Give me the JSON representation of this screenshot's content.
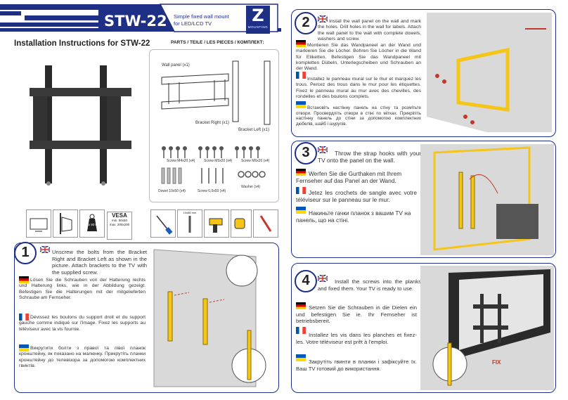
{
  "header": {
    "model": "STW-22",
    "description_line1": "Simple fixed wall mount",
    "description_line2": "for LED/LCD TV",
    "logo_letter": "Z",
    "logo_text": "MOUNTING"
  },
  "instructions_title": "Installation Instructions for STW-22",
  "parts": {
    "title": "PARTS / TEILE / LES PIECES / КОМПЛЕКТ:",
    "wall_panel": "Wall panel (x1)",
    "bracket_right": "Bracket Right (x1)",
    "bracket_left": "Bracket Left (x1)",
    "screws": [
      {
        "label": "Screw M4x20 (x4)"
      },
      {
        "label": "Screw M5x20 (x4)"
      },
      {
        "label": "Screw M6x20 (x4)"
      }
    ],
    "dowel": "Dowel 10x50 (x4)",
    "screw_wood": "Screw 6,0x50 (x4)",
    "washer": "Washer (x4)"
  },
  "icons": {
    "weight_label": "max 50 kg",
    "vesa_title": "VESA",
    "vesa_line1": "min. 50x50",
    "vesa_line2": "max. 200x200",
    "drill_size": "10x80 mm"
  },
  "step1": {
    "number": "1",
    "en": "Unscrew the bolts from the Bracket Right and Bracket Left as shown in the picture. Attach brackets to the TV with the supplied screw.",
    "de": "Lösen Sie die Schrauben von der Halterung rechts und Halterung links, wie in der Abbildung gezeigt. Befestigen Sie die Halterungen mit der mitgelieferten Schraube am Fernseher.",
    "fr": "Dévissez les boulons du support droit et du support gauche comme indiqué sur l'image. Fixez les supports au téléviseur avec la vis fournie.",
    "ua": "Викрутити болти з правої та лівої планок кронштейну, як показано на малюнку. Прикрутіть планки кронштейну до телевізора за допомогою комплектних гвинтів."
  },
  "step2": {
    "number": "2",
    "en": "Install the wall panel on the wall and mark the holes. Drill holes in the wall for labels. Attach the wall panel to the wall with complete dowels, washers and screw.",
    "de": "Montieren Sie das Wandpaneel an der Wand und markieren Sie die Löcher. Bohren Sie Löcher in die Wand für Etiketten. Befestigen Sie das Wandpaneel mit kompletten Dübeln, Unterlegscheiben und Schrauben an der Wand.",
    "fr": "Installez le panneau mural sur le mur et marquez les trous. Percez des trous dans le mur pour les étiquettes. Fixez le panneau mural au mur avec des chevilles, des rondelles et des boulons complets.",
    "ua": "Встановіть настінну панель на стіну та розмітьте отвори. Просвердліть отвори в стіні по мітках. Прикріпіть настінну панель до стіни за допомогою комплектних дюбелів, шайб і шурупів."
  },
  "step3": {
    "number": "3",
    "en": "Throw the strap hooks with your TV onto the panel on the wall.",
    "de": "Werfen Sie die Gurthaken mit Ihrem Fernseher auf das Panel an der Wand.",
    "fr": "Jetez les crochets de sangle avec votre téléviseur sur le panneau sur le mur.",
    "ua": "Накиньте гачки планок з вашим TV на панель, що на стіні."
  },
  "step4": {
    "number": "4",
    "en": "Install the screws into the planks and fixed them. Your TV is ready to use.",
    "de": "Setzen Sie die Schrauben in die Dielen ein und befestigen Sie ie. Ihr Fernseher ist betriebsbereit.",
    "fr": "Installez les vis dans les planches et fixez-les. Votre téléviseur est prêt à l'emploi.",
    "ua": "Закрутіть гвинти в планки і зафіксуйте їх. Ваш TV готовий до використання.",
    "fix_label": "FIX"
  },
  "colors": {
    "brand_blue": "#1e2f86",
    "bracket_yellow": "#f5c518",
    "wall_gray": "#d9d9d9",
    "arrow_red": "#c0392b"
  }
}
